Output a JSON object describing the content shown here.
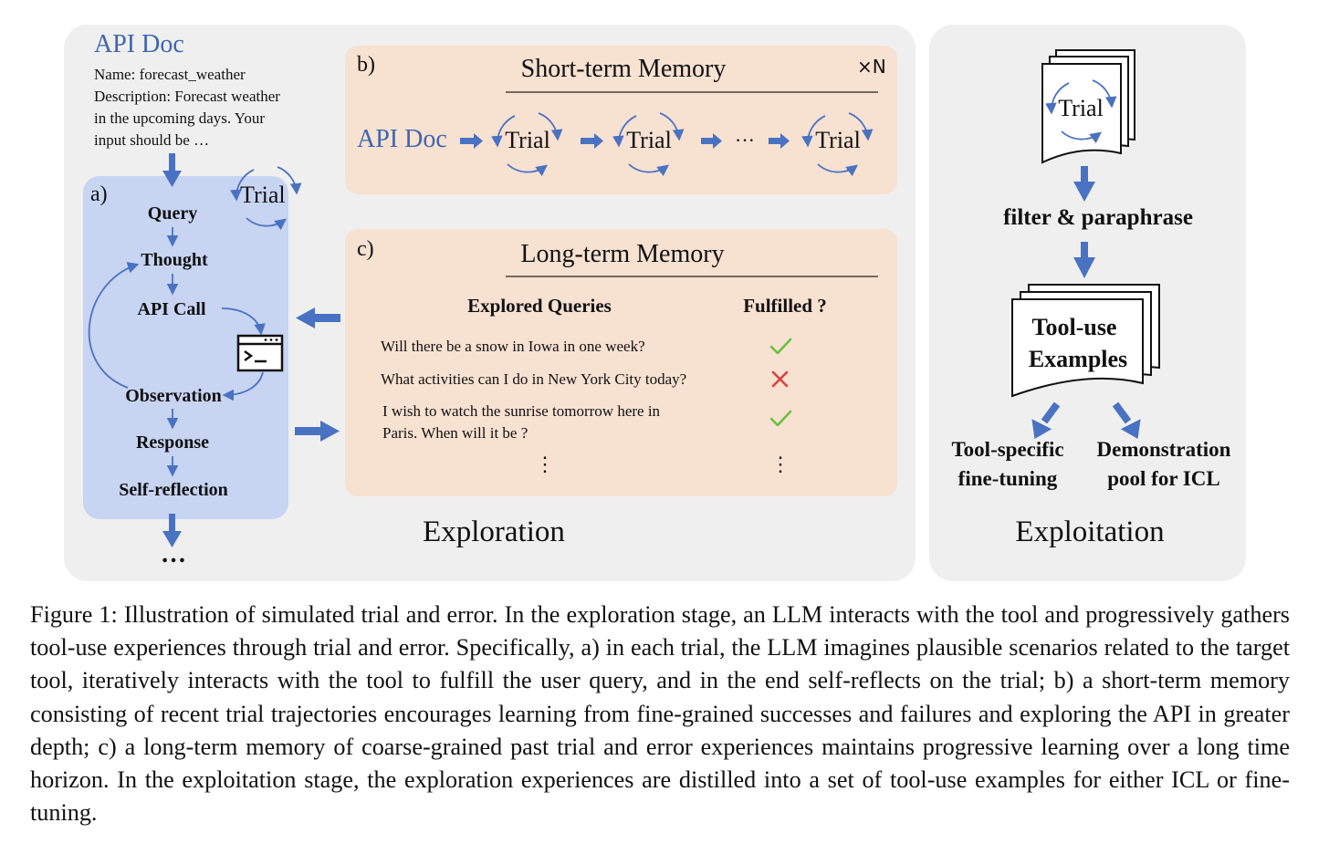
{
  "api_doc": {
    "title": "API Doc",
    "name_line": "Name: forecast_weather",
    "desc_line1": "Description: Forecast weather",
    "desc_line2": "in the upcoming days. Your",
    "desc_line3": "input should be …"
  },
  "panel_a": {
    "label": "a)",
    "trial_label": "Trial",
    "steps": [
      "Query",
      "Thought",
      "API Call",
      "Observation",
      "Response",
      "Self-reflection"
    ],
    "ellipsis": "…"
  },
  "panel_b": {
    "label": "b)",
    "title": "Short-term Memory",
    "multiplier": "×N",
    "api_doc": "API Doc",
    "trial_label": "Trial",
    "ellipsis": "···"
  },
  "panel_c": {
    "label": "c)",
    "title": "Long-term Memory",
    "col_queries": "Explored Queries",
    "col_fulfilled": "Fulfilled ?",
    "rows": [
      {
        "query": "Will there be a snow in Iowa in one week?",
        "fulfilled": true
      },
      {
        "query": "What activities can I do in New York City today?",
        "fulfilled": false
      },
      {
        "query_line1": "I wish to watch the sunrise tomorrow here in",
        "query_line2": "Paris. When will it be ?",
        "fulfilled": true
      }
    ],
    "vdots": "⋮"
  },
  "exploration_label": "Exploration",
  "exploitation": {
    "trial_label": "Trial",
    "filter_label": "filter & paraphrase",
    "examples_line1": "Tool-use",
    "examples_line2": "Examples",
    "left_line1": "Tool-specific",
    "left_line2": "fine-tuning",
    "right_line1": "Demonstration",
    "right_line2": "pool for ICL",
    "title": "Exploitation"
  },
  "caption": "Figure 1: Illustration of simulated trial and error. In the exploration stage, an LLM interacts with the tool and progressively gathers tool-use experiences through trial and error. Specifically, a) in each trial, the LLM imagines plausible scenarios related to the target tool, iteratively interacts with the tool to fulfill the user query, and in the end self-reflects on the trial; b) a short-term memory consisting of recent trial trajectories encourages learning from fine-grained successes and failures and exploring the API in greater depth; c) a long-term memory of coarse-grained past trial and error experiences maintains progressive learning over a long time horizon. In the exploitation stage, the exploration experiences are distilled into a set of tool-use examples for either ICL or fine-tuning.",
  "colors": {
    "arrow_blue": "#4a72c2",
    "doc_blue": "#3e65b0",
    "panel_gray": "#efefef",
    "peach": "#f7e1d1",
    "light_blue": "#c7d4f2",
    "check_green": "#6bbf3f",
    "cross_red": "#d9413b"
  },
  "icons": [
    "terminal-icon",
    "check-icon",
    "cross-icon",
    "cycle-arrow-icon",
    "document-stack-icon"
  ]
}
